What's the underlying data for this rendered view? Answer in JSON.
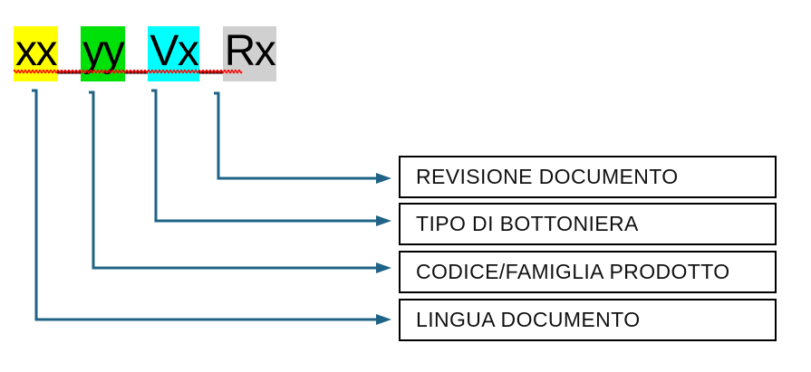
{
  "code_pattern": {
    "full_text": "xx_yy_Vx_Rx",
    "separator": "_",
    "tokens": [
      {
        "text": "xx",
        "highlight_color": "#FFFF00",
        "meaning": "LINGUA DOCUMENTO"
      },
      {
        "text": "yy",
        "highlight_color": "#00E109",
        "meaning": "CODICE/FAMIGLIA PRODOTTO"
      },
      {
        "text": "Vx",
        "highlight_color": "#00FFFF",
        "meaning": "TIPO DI BOTTONIERA"
      },
      {
        "text": "Rx",
        "highlight_color": "#D0D0D0",
        "meaning": "REVISIONE DOCUMENTO"
      }
    ],
    "spellcheck_underline_color": "#FF0000"
  },
  "labels": [
    {
      "text": "REVISIONE DOCUMENTO"
    },
    {
      "text": "TIPO DI BOTTONIERA"
    },
    {
      "text": "CODICE/FAMIGLIA PRODOTTO"
    },
    {
      "text": "LINGUA DOCUMENTO"
    }
  ],
  "colors": {
    "connector": "#1F6386",
    "box_border": "#000000",
    "text": "#000000",
    "background": "#FFFFFF"
  }
}
